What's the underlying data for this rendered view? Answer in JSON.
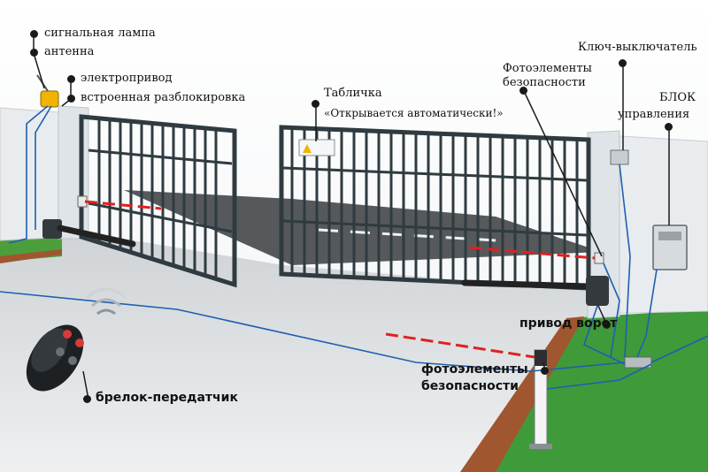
{
  "labels": {
    "signal_lamp": "сигнальная лампа",
    "antenna": "антенна",
    "electric_drive": "электропривод",
    "builtin_release": "встроенная разблокировка",
    "sign": "Табличка",
    "sign_text": "«Открывается автоматически!»",
    "photo_top": "Фотоэлементы",
    "photo_top_2": "безопасности",
    "key_switch": "Ключ-выключатель",
    "control_unit": "БЛОК",
    "control_unit_2": "управления",
    "gate_drive": "привод ворот",
    "photo_bottom": "фотоэлементы",
    "photo_bottom_2": "безопасности",
    "key_fob": "брелок-передатчик"
  },
  "colors": {
    "wire": "#1f5fb0",
    "beam": "#e02020",
    "gate": "#2f3b40",
    "lawn": "#3f9a3a",
    "wall": "#e8ecef",
    "lamp": "#f0b400"
  }
}
